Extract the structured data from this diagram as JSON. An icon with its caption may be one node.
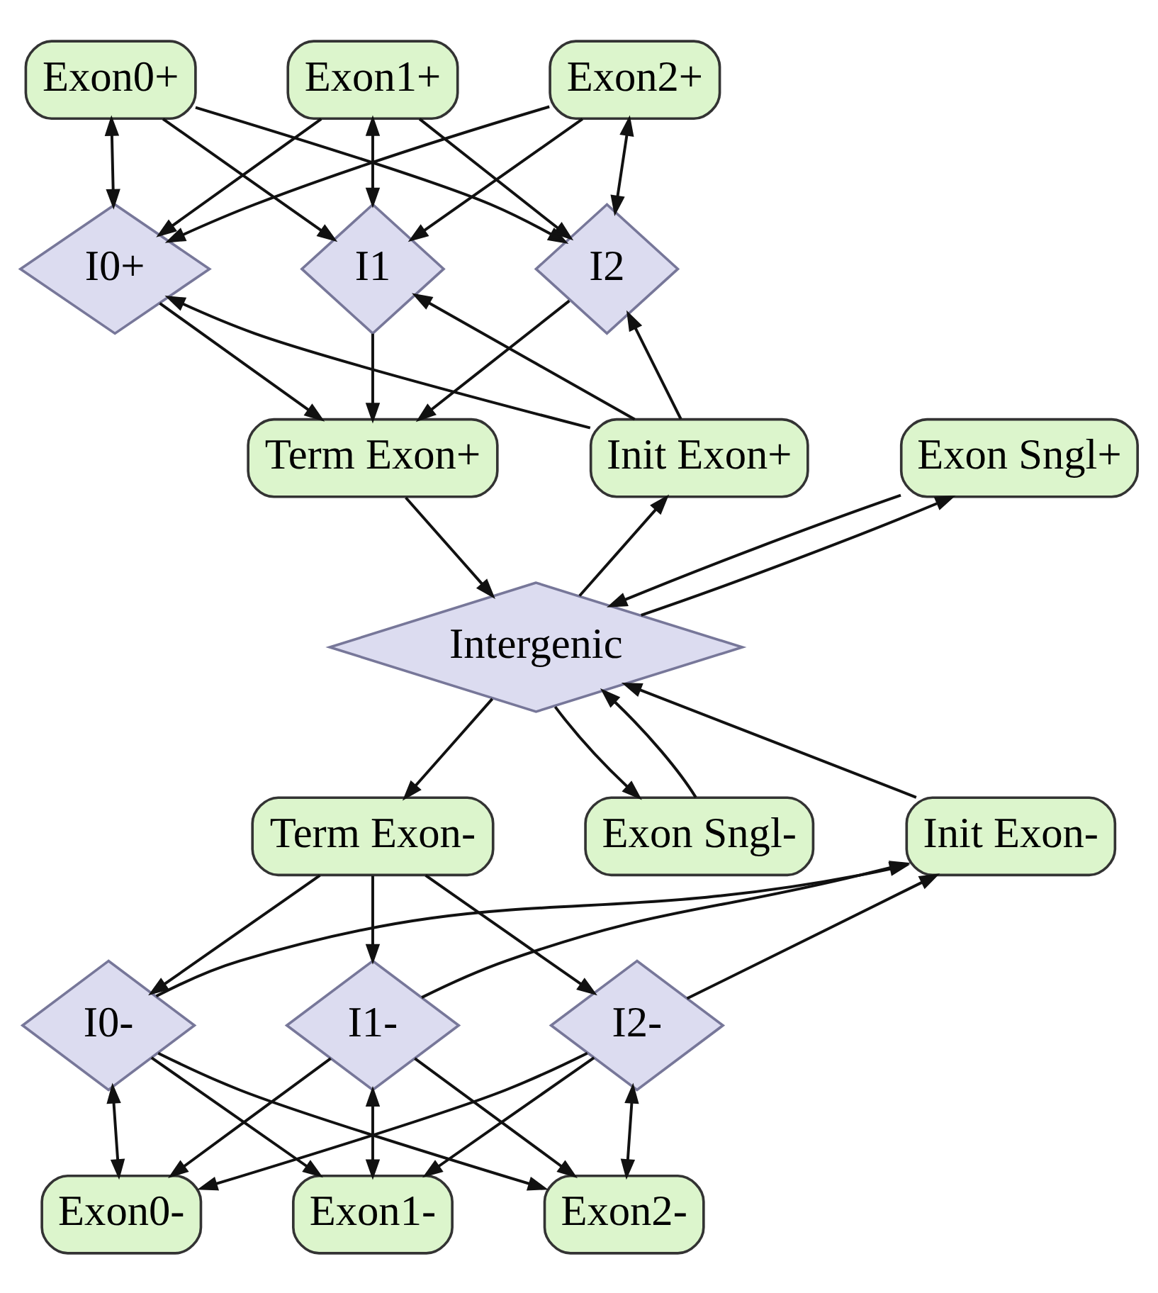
{
  "diagram": {
    "nodes": [
      {
        "text": [
          "Exon0+"
        ]
      },
      {
        "text": [
          "Exon1+"
        ]
      },
      {
        "text": [
          "Exon2+"
        ]
      },
      {
        "text": [
          "I0+"
        ]
      },
      {
        "text": [
          "I1"
        ]
      },
      {
        "text": [
          "I2"
        ]
      },
      {
        "text": [
          "Init Exon+"
        ]
      },
      {
        "text": [
          "Term Exon+"
        ]
      },
      {
        "text": [
          "Exon Sngl+"
        ]
      },
      {
        "text": [
          "Intergenic"
        ]
      },
      {
        "text": [
          "Exon Sngl-"
        ]
      },
      {
        "text": [
          "Term Exon-"
        ]
      },
      {
        "text": [
          "Init Exon-"
        ]
      },
      {
        "text": [
          "I0-"
        ]
      },
      {
        "text": [
          "I1-"
        ]
      },
      {
        "text": [
          "I2-"
        ]
      },
      {
        "text": [
          "Exon0-"
        ]
      },
      {
        "text": [
          "Exon1-"
        ]
      },
      {
        "text": [
          "Exon2-"
        ]
      }
    ],
    "edges": [
      {
        "from": 0,
        "to": 3,
        "arrow": "both"
      },
      {
        "from": 1,
        "to": 4,
        "arrow": "both"
      },
      {
        "from": 2,
        "to": 5,
        "arrow": "both"
      },
      {
        "from": 0,
        "to": 4,
        "arrow": "to"
      },
      {
        "from": 0,
        "to": 5,
        "arrow": "to"
      },
      {
        "from": 1,
        "to": 3,
        "arrow": "to"
      },
      {
        "from": 1,
        "to": 5,
        "arrow": "to"
      },
      {
        "from": 2,
        "to": 3,
        "arrow": "to"
      },
      {
        "from": 2,
        "to": 4,
        "arrow": "to"
      },
      {
        "from": 6,
        "to": 3,
        "arrow": "to"
      },
      {
        "from": 6,
        "to": 4,
        "arrow": "to"
      },
      {
        "from": 6,
        "to": 5,
        "arrow": "to"
      },
      {
        "from": 3,
        "to": 7,
        "arrow": "to"
      },
      {
        "from": 4,
        "to": 7,
        "arrow": "to"
      },
      {
        "from": 5,
        "to": 7,
        "arrow": "to"
      },
      {
        "from": 9,
        "to": 6,
        "arrow": "to"
      },
      {
        "from": 9,
        "to": 8,
        "arrow": "to"
      },
      {
        "from": 8,
        "to": 9,
        "arrow": "to"
      },
      {
        "from": 7,
        "to": 9,
        "arrow": "to"
      },
      {
        "from": 9,
        "to": 11,
        "arrow": "to"
      },
      {
        "from": 9,
        "to": 10,
        "arrow": "to"
      },
      {
        "from": 10,
        "to": 9,
        "arrow": "to"
      },
      {
        "from": 12,
        "to": 9,
        "arrow": "to"
      },
      {
        "from": 11,
        "to": 13,
        "arrow": "to"
      },
      {
        "from": 11,
        "to": 14,
        "arrow": "to"
      },
      {
        "from": 11,
        "to": 15,
        "arrow": "to"
      },
      {
        "from": 13,
        "to": 12,
        "arrow": "to"
      },
      {
        "from": 14,
        "to": 12,
        "arrow": "to"
      },
      {
        "from": 15,
        "to": 12,
        "arrow": "to"
      },
      {
        "from": 13,
        "to": 16,
        "arrow": "both"
      },
      {
        "from": 14,
        "to": 17,
        "arrow": "both"
      },
      {
        "from": 15,
        "to": 18,
        "arrow": "both"
      },
      {
        "from": 13,
        "to": 17,
        "arrow": "to"
      },
      {
        "from": 13,
        "to": 18,
        "arrow": "to"
      },
      {
        "from": 14,
        "to": 16,
        "arrow": "to"
      },
      {
        "from": 14,
        "to": 18,
        "arrow": "to"
      },
      {
        "from": 15,
        "to": 16,
        "arrow": "to"
      },
      {
        "from": 15,
        "to": 17,
        "arrow": "to"
      }
    ]
  }
}
